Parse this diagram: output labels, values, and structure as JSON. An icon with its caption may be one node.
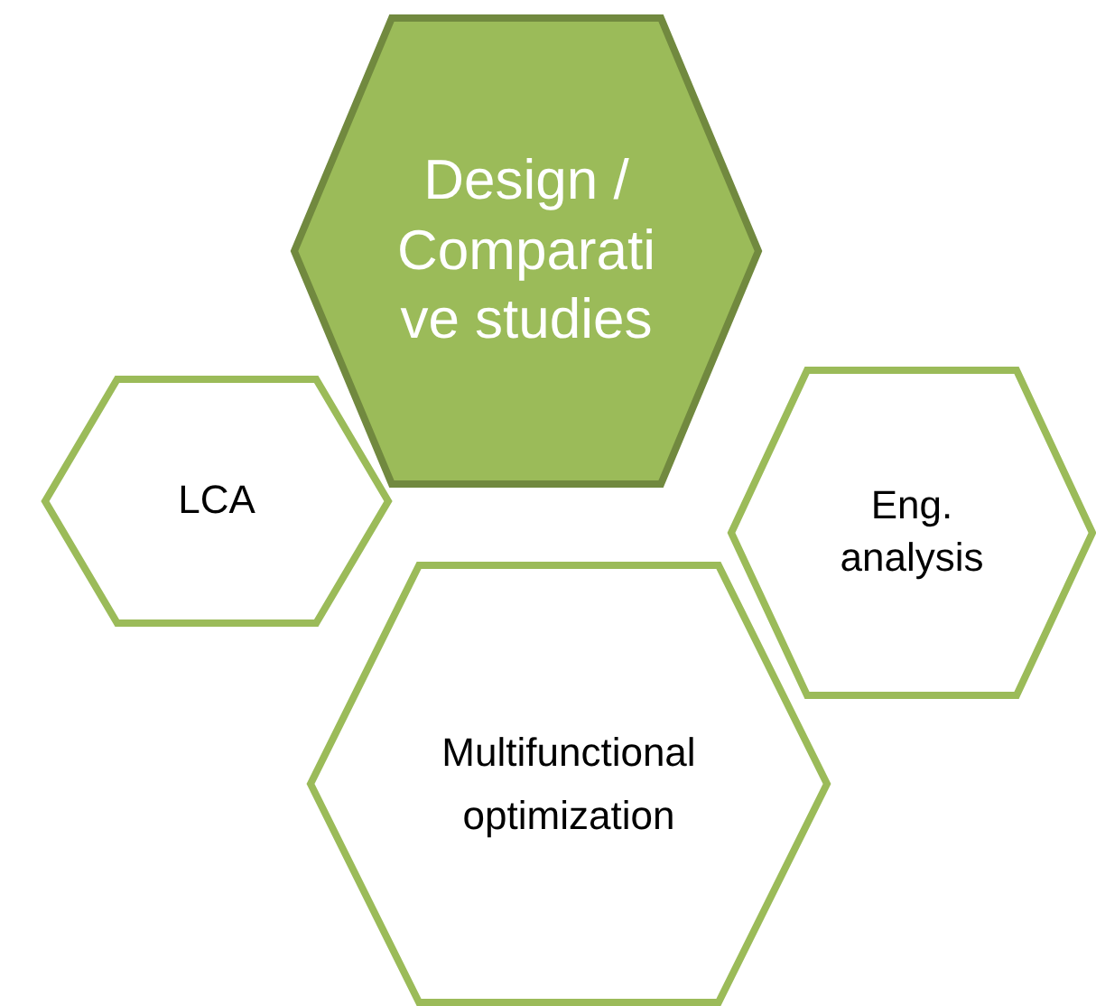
{
  "diagram": {
    "nodes": [
      {
        "text": [
          "Design / Comparative studies"
        ]
      },
      {
        "text": [
          "LCA"
        ]
      },
      {
        "text": [
          "Eng. analysis"
        ]
      },
      {
        "text": [
          "Multifunctional optimization"
        ]
      }
    ]
  }
}
